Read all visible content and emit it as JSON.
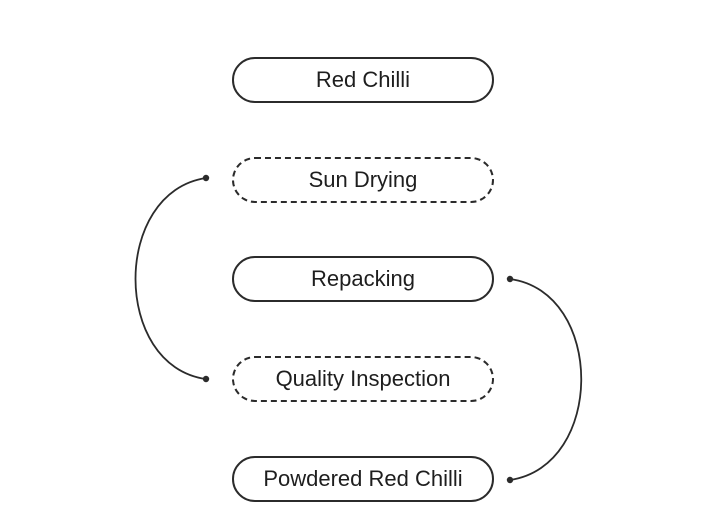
{
  "nodes": [
    {
      "id": "red-chilli",
      "label": "Red Chilli",
      "style": "solid"
    },
    {
      "id": "sun-drying",
      "label": "Sun Drying",
      "style": "dashed"
    },
    {
      "id": "repacking",
      "label": "Repacking",
      "style": "solid"
    },
    {
      "id": "quality-inspection",
      "label": "Quality Inspection",
      "style": "dashed"
    },
    {
      "id": "powdered-red-chilli",
      "label": "Powdered Red Chilli",
      "style": "solid"
    }
  ],
  "connectors": [
    {
      "from": "sun-drying",
      "to": "quality-inspection",
      "side": "left"
    },
    {
      "from": "repacking",
      "to": "powdered-red-chilli",
      "side": "right"
    }
  ],
  "colors": {
    "stroke": "#2b2b2b",
    "text": "#1e1e1e",
    "background": "#ffffff"
  }
}
